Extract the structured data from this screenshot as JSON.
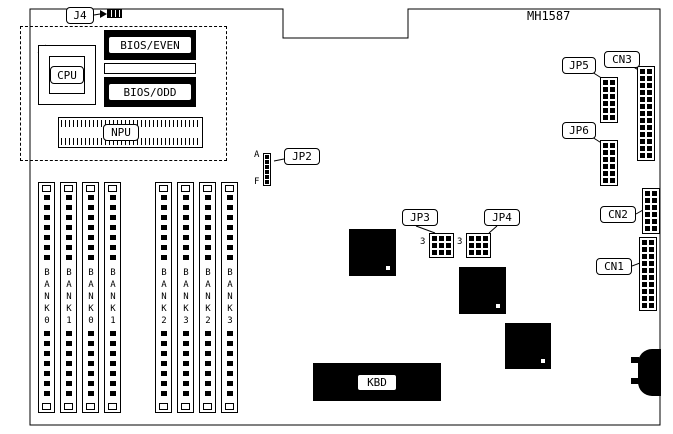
{
  "board": {
    "part_number": "MH1587"
  },
  "colors": {
    "ink": "#000000",
    "background": "#ffffff"
  },
  "labels": {
    "j4": "J4",
    "cpu": "CPU",
    "bios_even": "BIOS/EVEN",
    "bios_odd": "BIOS/ODD",
    "npu": "NPU",
    "jp2": "JP2",
    "jp2_pin_a": "A",
    "jp2_pin_f": "F",
    "jp3": "JP3",
    "jp3_pin": "3",
    "jp4": "JP4",
    "jp4_pin": "3",
    "jp5": "JP5",
    "jp6": "JP6",
    "cn1": "CN1",
    "cn2": "CN2",
    "cn3": "CN3",
    "kbd": "KBD"
  },
  "banks": [
    "BANK0",
    "BANK1",
    "BANK0",
    "BANK1",
    "BANK2",
    "BANK3",
    "BANK2",
    "BANK3"
  ]
}
